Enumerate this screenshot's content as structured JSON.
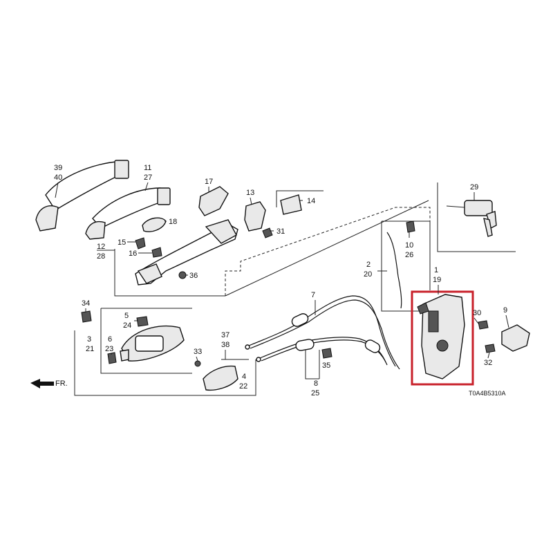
{
  "diagram": {
    "callouts": [
      {
        "id": "c39",
        "text": "39"
      },
      {
        "id": "c40",
        "text": "40"
      },
      {
        "id": "c11",
        "text": "11"
      },
      {
        "id": "c27",
        "text": "27"
      },
      {
        "id": "c17",
        "text": "17"
      },
      {
        "id": "c13",
        "text": "13"
      },
      {
        "id": "c14",
        "text": "14"
      },
      {
        "id": "c18",
        "text": "18"
      },
      {
        "id": "c31",
        "text": "31"
      },
      {
        "id": "c12",
        "text": "12"
      },
      {
        "id": "c28",
        "text": "28"
      },
      {
        "id": "c15",
        "text": "15"
      },
      {
        "id": "c16",
        "text": "16"
      },
      {
        "id": "c36",
        "text": "36"
      },
      {
        "id": "c29",
        "text": "29"
      },
      {
        "id": "c10",
        "text": "10"
      },
      {
        "id": "c26",
        "text": "26"
      },
      {
        "id": "c2",
        "text": "2"
      },
      {
        "id": "c20",
        "text": "20"
      },
      {
        "id": "c1",
        "text": "1"
      },
      {
        "id": "c19",
        "text": "19"
      },
      {
        "id": "c7",
        "text": "7"
      },
      {
        "id": "c34",
        "text": "34"
      },
      {
        "id": "c5",
        "text": "5"
      },
      {
        "id": "c24",
        "text": "24"
      },
      {
        "id": "c3",
        "text": "3"
      },
      {
        "id": "c21",
        "text": "21"
      },
      {
        "id": "c6",
        "text": "6"
      },
      {
        "id": "c23",
        "text": "23"
      },
      {
        "id": "c33",
        "text": "33"
      },
      {
        "id": "c37",
        "text": "37"
      },
      {
        "id": "c38",
        "text": "38"
      },
      {
        "id": "c4",
        "text": "4"
      },
      {
        "id": "c22",
        "text": "22"
      },
      {
        "id": "c35",
        "text": "35"
      },
      {
        "id": "c8",
        "text": "8"
      },
      {
        "id": "c25",
        "text": "25"
      },
      {
        "id": "c30",
        "text": "30"
      },
      {
        "id": "c9",
        "text": "9"
      },
      {
        "id": "c32",
        "text": "32"
      }
    ],
    "direction_label": "FR.",
    "drawing_code": "T0A4B5310A",
    "highlight_color": "#c8202a"
  }
}
